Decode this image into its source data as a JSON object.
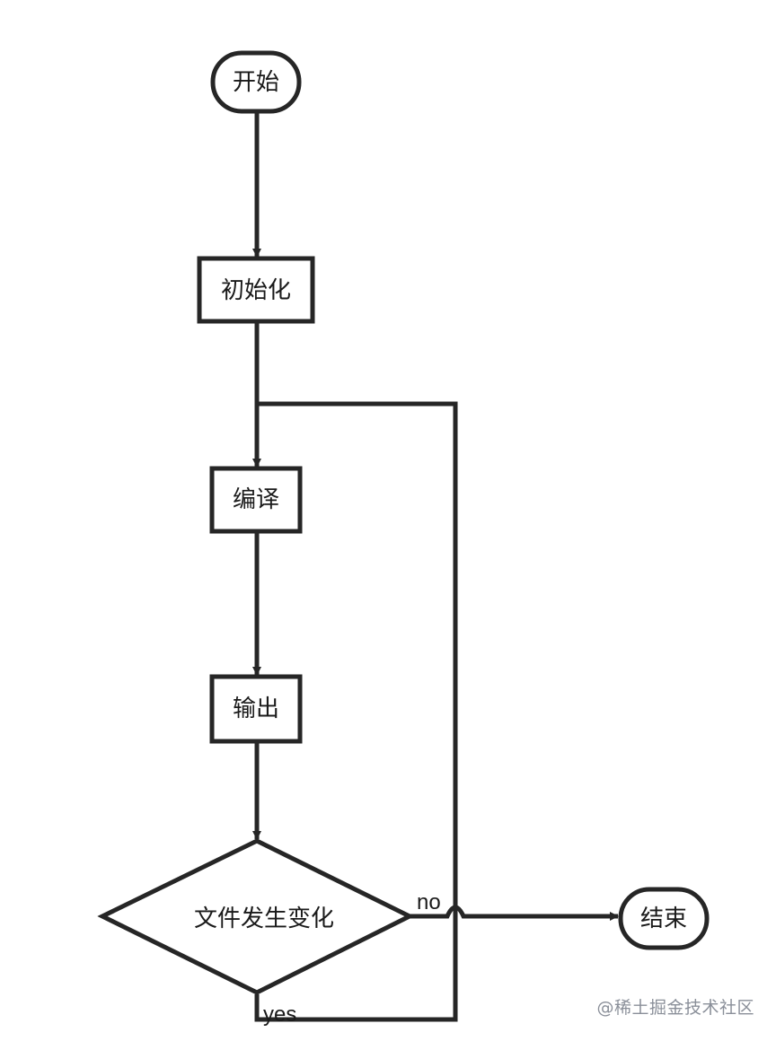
{
  "diagram": {
    "nodes": {
      "start": {
        "label": "开始",
        "shape": "terminator"
      },
      "init": {
        "label": "初始化",
        "shape": "process"
      },
      "compile": {
        "label": "编译",
        "shape": "process"
      },
      "output": {
        "label": "输出",
        "shape": "process"
      },
      "decision": {
        "label": "文件发生变化",
        "shape": "decision"
      },
      "end": {
        "label": "结束",
        "shape": "terminator"
      }
    },
    "edges": [
      {
        "from": "start",
        "to": "init"
      },
      {
        "from": "init",
        "to": "compile"
      },
      {
        "from": "compile",
        "to": "output"
      },
      {
        "from": "output",
        "to": "decision"
      },
      {
        "from": "decision",
        "to": "end",
        "label": "no"
      },
      {
        "from": "decision",
        "to": "compile",
        "label": "yes"
      }
    ],
    "labels": {
      "no": "no",
      "yes": "yes"
    },
    "line_color": "#262626"
  },
  "watermark": "@稀土掘金技术社区"
}
